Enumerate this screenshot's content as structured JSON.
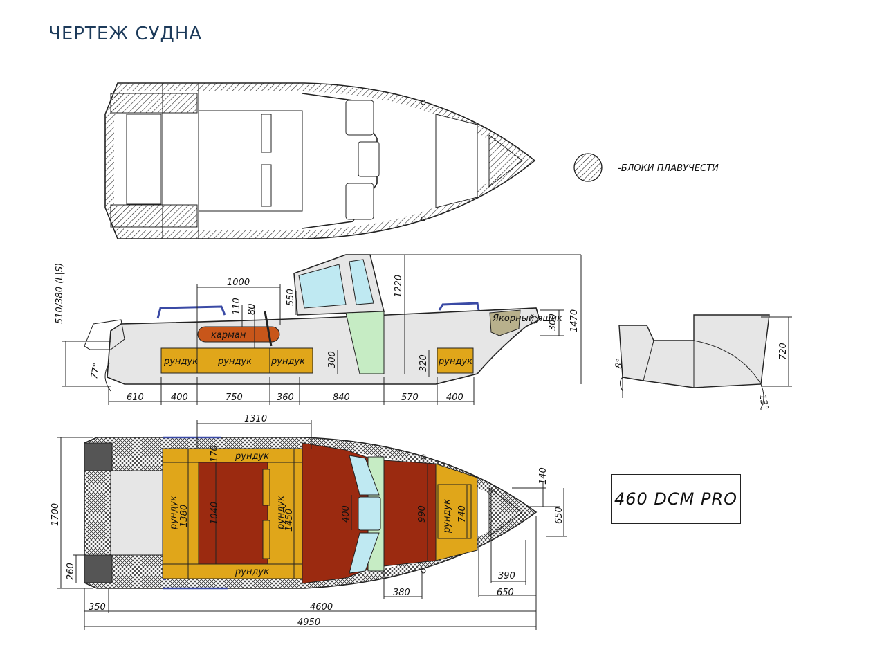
{
  "page": {
    "title": "ЧЕРТЕЖ СУДНА"
  },
  "legend": {
    "text": "-БЛОКИ ПЛАВУЧЕСТИ"
  },
  "model": {
    "name": "460 DCM PRO"
  },
  "labels": {
    "pocket": "карман",
    "locker": "рундук",
    "anchor_box": "Якорный ящик"
  },
  "side_view": {
    "dims": {
      "d1000": "1000",
      "d110": "110",
      "d80": "80",
      "d550": "550",
      "d1220": "1220",
      "d1470": "1470",
      "d300_bow": "300",
      "d300_mid": "300",
      "d320": "320",
      "d510": "510/380 (L|S)",
      "angle77": "77°",
      "b610": "610",
      "b400a": "400",
      "b750": "750",
      "b360": "360",
      "b840": "840",
      "b570": "570",
      "b400b": "400"
    }
  },
  "stern_view": {
    "dims": {
      "d720": "720",
      "angle8": "8°",
      "angle13": "13°"
    }
  },
  "plan_view": {
    "dims": {
      "d1310": "1310",
      "d170": "170",
      "d1040": "1040",
      "d1380": "1380",
      "d1450": "1450",
      "d400": "400",
      "d990": "990",
      "d740": "740",
      "d140": "140",
      "d650v": "650",
      "d390": "390",
      "d650h": "650",
      "d380": "380",
      "d1700": "1700",
      "d260": "260",
      "d350": "350",
      "d4600": "4600",
      "d4950": "4950"
    }
  },
  "colors": {
    "locker": "#e0a61a",
    "deck_floor": "#9b2a10",
    "pocket": "#c8561a",
    "glass_green": "#c6ecc4",
    "glass_blue": "#bfe9f2",
    "hull_grey": "#e6e6e6",
    "rail_blue": "#3a4aa5",
    "anchor_box": "#b8b08c"
  }
}
